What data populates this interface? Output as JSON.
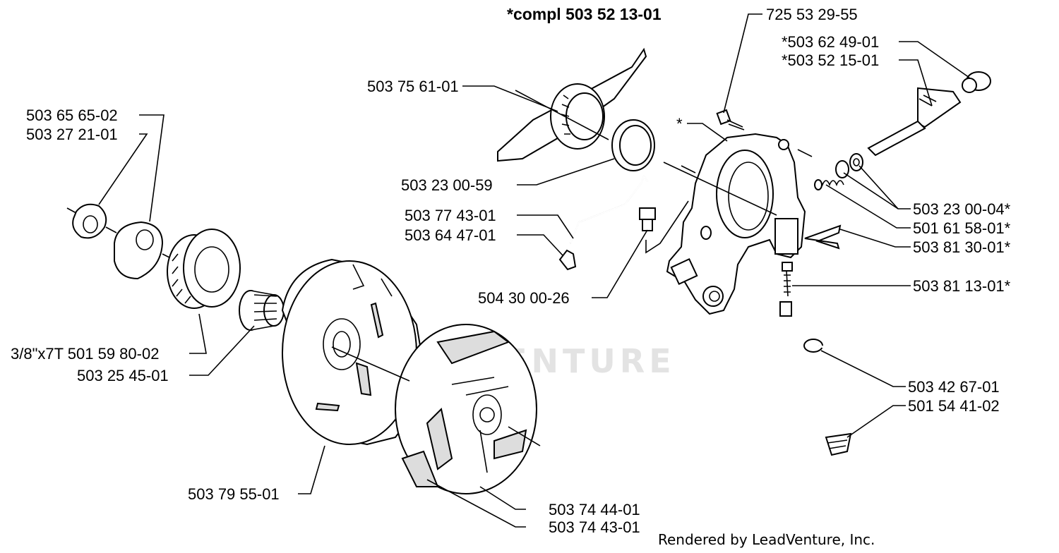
{
  "title": "*compl 503 52 13-01",
  "credit": "Rendered by LeadVenture, Inc.",
  "watermark": "LEADVENTURE",
  "labels": {
    "l725532955": "725 53 29-55",
    "l503624901": "*503 62 49-01",
    "l503521501": "*503 52 15-01",
    "l503756101": "503 75 61-01",
    "star": "*",
    "l503656502": "503 65 65-02",
    "l503272101": "503 27 21-01",
    "l503230059": "503 23 00-59",
    "l503774301": "503 77 43-01",
    "l503644701": "503 64 47-01",
    "l503230004": "503 23 00-04*",
    "l501615801": "501 61 58-01*",
    "l503813001": "503 81 30-01*",
    "l504300026": "504 30 00-26",
    "l503811301": "503 81 13-01*",
    "l501598002": "3/8\"x7T 501 59 80-02",
    "l503254501": "503 25 45-01",
    "l503426701": "503 42 67-01",
    "l501544102": "501 54 41-02",
    "l503795501": "503 79 55-01",
    "l503744401": "503 74 44-01",
    "l503744301": "503 74 43-01"
  }
}
